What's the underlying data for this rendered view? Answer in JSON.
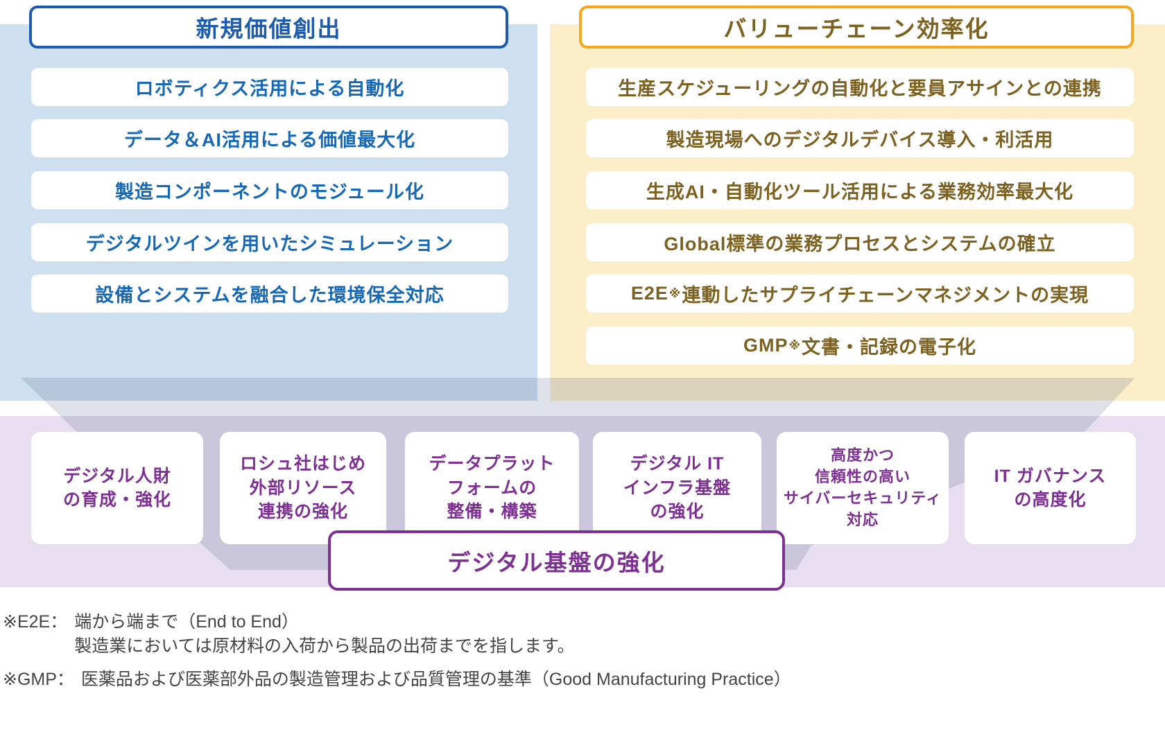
{
  "diagram_title": "DX strategy diagram",
  "colors": {
    "left_accent": "#1d5cad",
    "left_item_text": "#1668b6",
    "left_panel_bg": "#cee0f0",
    "right_accent": "#f5a71e",
    "right_text": "#7d6120",
    "right_panel_bg": "#fdeeca",
    "purple_accent": "#7d3092",
    "purple_band_bg": "#e7def0",
    "funnel_overlay": "rgba(70,90,125,0.18)"
  },
  "left_panel": {
    "title": "新規価値創出",
    "items": [
      "ロボティクス活用による自動化",
      "データ＆AI活用による価値最大化",
      "製造コンポーネントのモジュール化",
      "デジタルツインを用いたシミュレーション",
      "設備とシステムを融合した環境保全対応"
    ]
  },
  "right_panel": {
    "title": "バリューチェーン効率化",
    "items": [
      "生産スケジューリングの自動化と要員アサインとの連携",
      "製造現場へのデジタルデバイス導入・利活用",
      "生成AI・自動化ツール活用による業務効率最大化",
      "Global標準の業務プロセスとシステムの確立",
      {
        "pre": "E2E",
        "sup": "※",
        "post": "連動したサプライチェーンマネジメントの実現"
      },
      {
        "pre": "GMP",
        "sup": "※",
        "post": "文書・記録の電子化"
      }
    ]
  },
  "bottom_band": {
    "title": "デジタル基盤の強化",
    "boxes": [
      {
        "lines": [
          "デジタル人財",
          "の育成・強化"
        ]
      },
      {
        "lines": [
          "ロシュ社はじめ",
          "外部リソース",
          "連携の強化"
        ]
      },
      {
        "lines": [
          "データプラット",
          "フォームの",
          "整備・構築"
        ]
      },
      {
        "lines": [
          "デジタル IT",
          "インフラ基盤",
          "の強化"
        ]
      },
      {
        "lines": [
          "高度かつ",
          "信頼性の高い",
          "サイバーセキュリティ",
          "対応"
        ],
        "small": true
      },
      {
        "lines": [
          "IT ガバナンス",
          "の高度化"
        ]
      }
    ]
  },
  "footnotes": [
    {
      "label": "※E2E：",
      "lines": [
        "端から端まで（End to End）",
        "製造業においては原材料の入荷から製品の出荷までを指します。"
      ]
    },
    {
      "label": "※GMP：",
      "lines": [
        "医薬品および医薬部外品の製造管理および品質管理の基準（Good Manufacturing Practice）"
      ]
    }
  ]
}
